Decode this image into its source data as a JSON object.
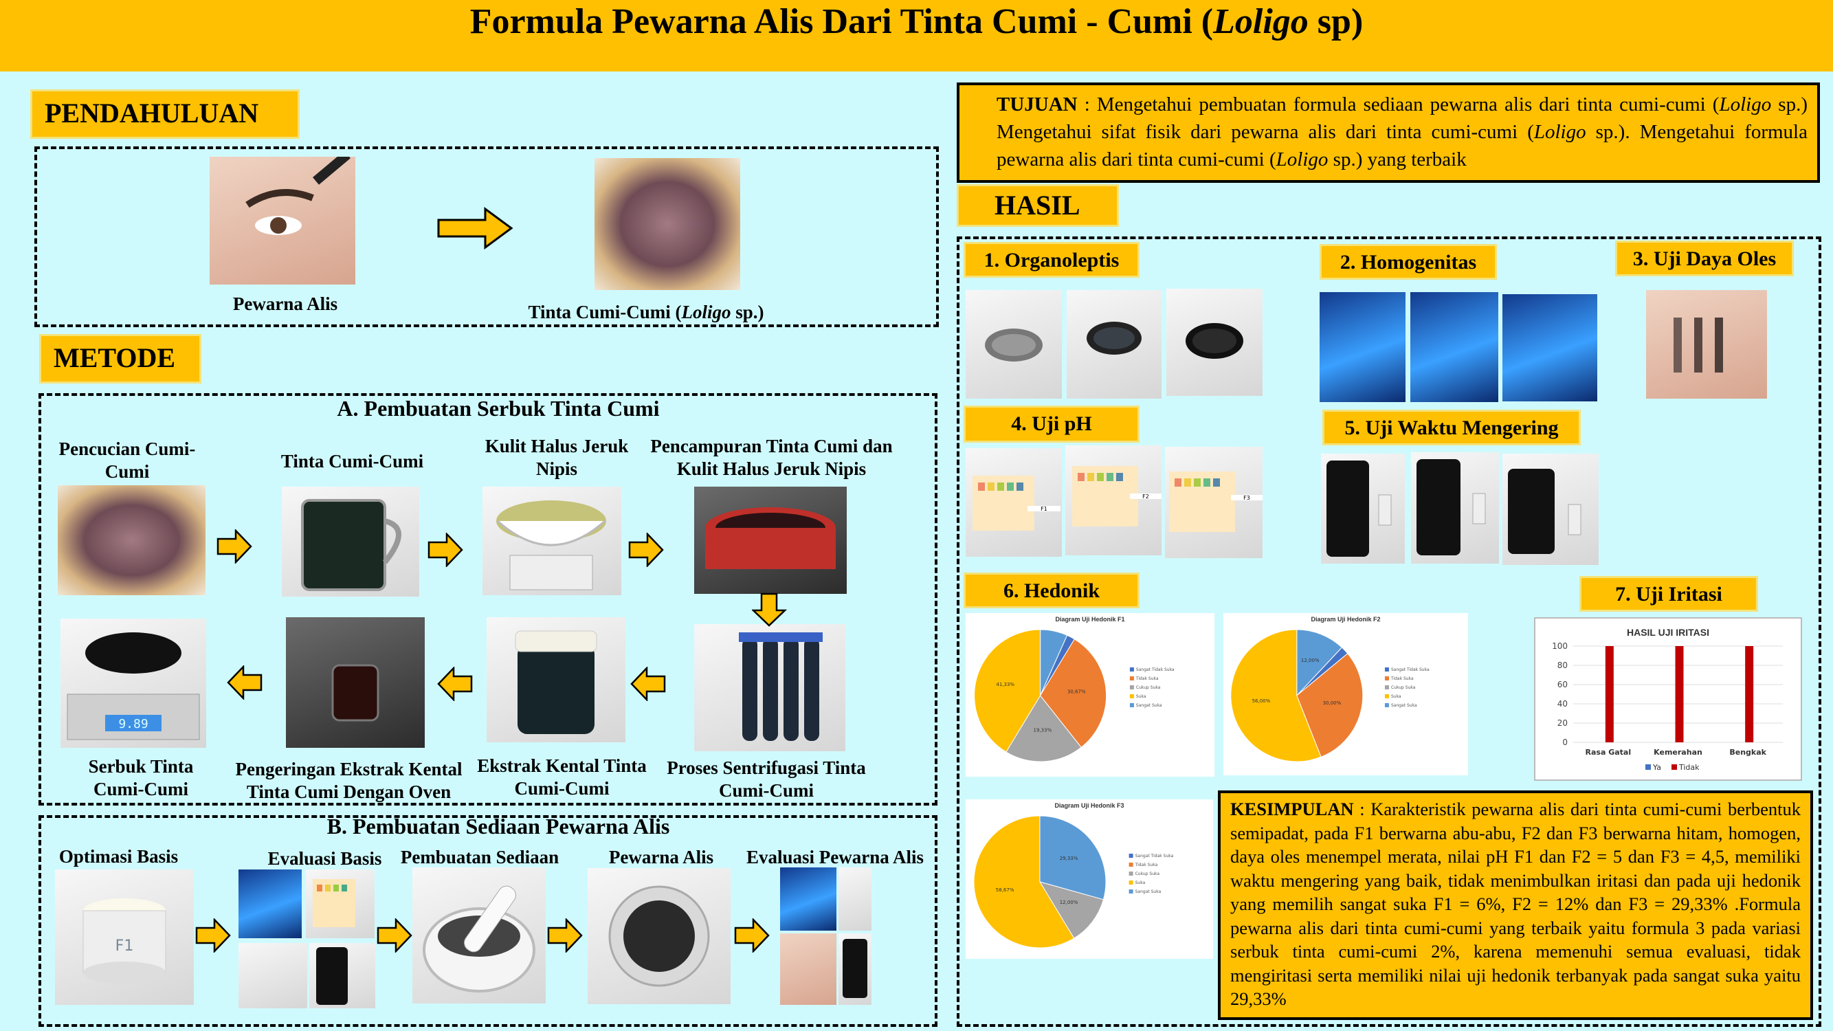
{
  "title": {
    "prefix": "Formula Pewarna Alis Dari Tinta Cumi - Cumi (",
    "italic": "Loligo",
    "suffix": " sp)"
  },
  "sections": {
    "pendahuluan": "PENDAHULUAN",
    "metode": "METODE",
    "hasil": "HASIL"
  },
  "pendahuluan": {
    "left_label": "Pewarna Alis",
    "right_label_prefix": "Tinta Cumi-Cumi (",
    "right_label_italic": "Loligo",
    "right_label_suffix": " sp.)"
  },
  "metode": {
    "a_title": "A. Pembuatan Serbuk Tinta Cumi",
    "a_steps": [
      "Pencucian Cumi-Cumi",
      "Tinta Cumi-Cumi",
      "Kulit Halus Jeruk Nipis",
      "Pencampuran Tinta Cumi dan Kulit Halus Jeruk Nipis",
      "Proses Sentrifugasi Tinta Cumi-Cumi",
      "Ekstrak Kental Tinta Cumi-Cumi",
      "Pengeringan Ekstrak Kental Tinta Cumi Dengan Oven",
      "Serbuk Tinta Cumi-Cumi"
    ],
    "b_title": "B. Pembuatan Sediaan Pewarna Alis",
    "b_steps": [
      "Optimasi Basis",
      "Evaluasi Basis",
      "Pembuatan Sediaan",
      "Pewarna Alis",
      "Evaluasi Pewarna Alis"
    ],
    "scale_reading": "9.89",
    "jar_label": "F1"
  },
  "tujuan": {
    "label": "TUJUAN",
    "t1": " : Mengetahui pembuatan formula sediaan pewarna alis dari tinta cumi-cumi (",
    "i1": "Loligo",
    "t2": " sp.) Mengetahui sifat fisik dari pewarna alis dari tinta cumi-cumi (",
    "i2": "Loligo",
    "t3": " sp.). Mengetahui formula pewarna alis  dari tinta cumi-cumi (",
    "i3": "Loligo",
    "t4": " sp.) yang terbaik"
  },
  "hasil": {
    "organoleptis": "1. Organoleptis",
    "homogenitas": "2. Homogenitas",
    "daya_oles": "3. Uji Daya Oles",
    "ph": "4. Uji pH",
    "waktu": "5. Uji Waktu Mengering",
    "hedonik": "6. Hedonik",
    "iritasi": "7. Uji Iritasi",
    "sample_labels": [
      "F1",
      "F2",
      "F3"
    ]
  },
  "hedonik_charts": [
    {
      "title": "Diagram Uji Hedonik F1",
      "slices": [
        {
          "value": 6.67
        },
        {
          "value": 0
        },
        {
          "value": 2
        },
        {
          "value": 30.67
        },
        {
          "value": 19.33
        },
        {
          "value": 41.33
        }
      ],
      "labels": [
        "30,67%",
        "19,33%",
        "41,33%"
      ]
    },
    {
      "title": "Diagram Uji Hedonik F2",
      "slices": [
        {
          "value": 12
        },
        {
          "value": 0
        },
        {
          "value": 2
        },
        {
          "value": 30
        },
        {
          "value": 0
        },
        {
          "value": 56
        }
      ],
      "labels": [
        "12,00%",
        "30,00%",
        "56,00%"
      ]
    },
    {
      "title": "Diagram Uji Hedonik F3",
      "slices": [
        {
          "value": 29.33
        },
        {
          "value": 0
        },
        {
          "value": 0
        },
        {
          "value": 0
        },
        {
          "value": 12
        },
        {
          "value": 58.67
        }
      ],
      "labels": [
        "29,33%",
        "12,00%",
        "58,67%"
      ]
    }
  ],
  "hedonik_legend": [
    "Sangat Tidak Suka",
    "Tidak Suka",
    "Cukup Suka",
    "Suka",
    "Sangat Suka"
  ],
  "hedonik_colors": {
    "sangat_tidak_suka": "#4472c4",
    "tidak_suka": "#ed7d31",
    "cukup_suka": "#a5a5a5",
    "suka": "#ffc000",
    "sangat_suka": "#5b9bd5"
  },
  "chart_data": {
    "type": "bar",
    "title": "HASIL UJI IRITASI",
    "categories": [
      "Rasa Gatal",
      "Kemerahan",
      "Bengkak"
    ],
    "series": [
      {
        "name": "Ya",
        "values": [
          0,
          0,
          0
        ],
        "color": "#4472c4"
      },
      {
        "name": "Tidak",
        "values": [
          100,
          100,
          100
        ],
        "color": "#c00000"
      }
    ],
    "ylim": [
      0,
      100
    ],
    "yticks": [
      0,
      20,
      40,
      60,
      80,
      100
    ],
    "grid": true,
    "legend": "bottom"
  },
  "kesimpulan": {
    "label": "KESIMPULAN",
    "text": " : Karakteristik pewarna alis dari tinta cumi-cumi berbentuk semipadat, pada F1 berwarna abu-abu, F2 dan F3 berwarna hitam, homogen, daya oles menempel merata, nilai pH F1 dan F2 = 5 dan F3 = 4,5, memiliki waktu mengering yang baik, tidak menimbulkan iritasi dan pada uji hedonik yang memilih sangat suka F1 = 6%, F2 = 12% dan F3 = 29,33% .Formula pewarna alis dari tinta cumi-cumi yang terbaik yaitu formula 3 pada  variasi serbuk tinta cumi-cumi 2%, karena memenuhi semua evaluasi, tidak mengiritasi serta memiliki nilai uji hedonik terbanyak pada sangat suka yaitu 29,33%"
  }
}
